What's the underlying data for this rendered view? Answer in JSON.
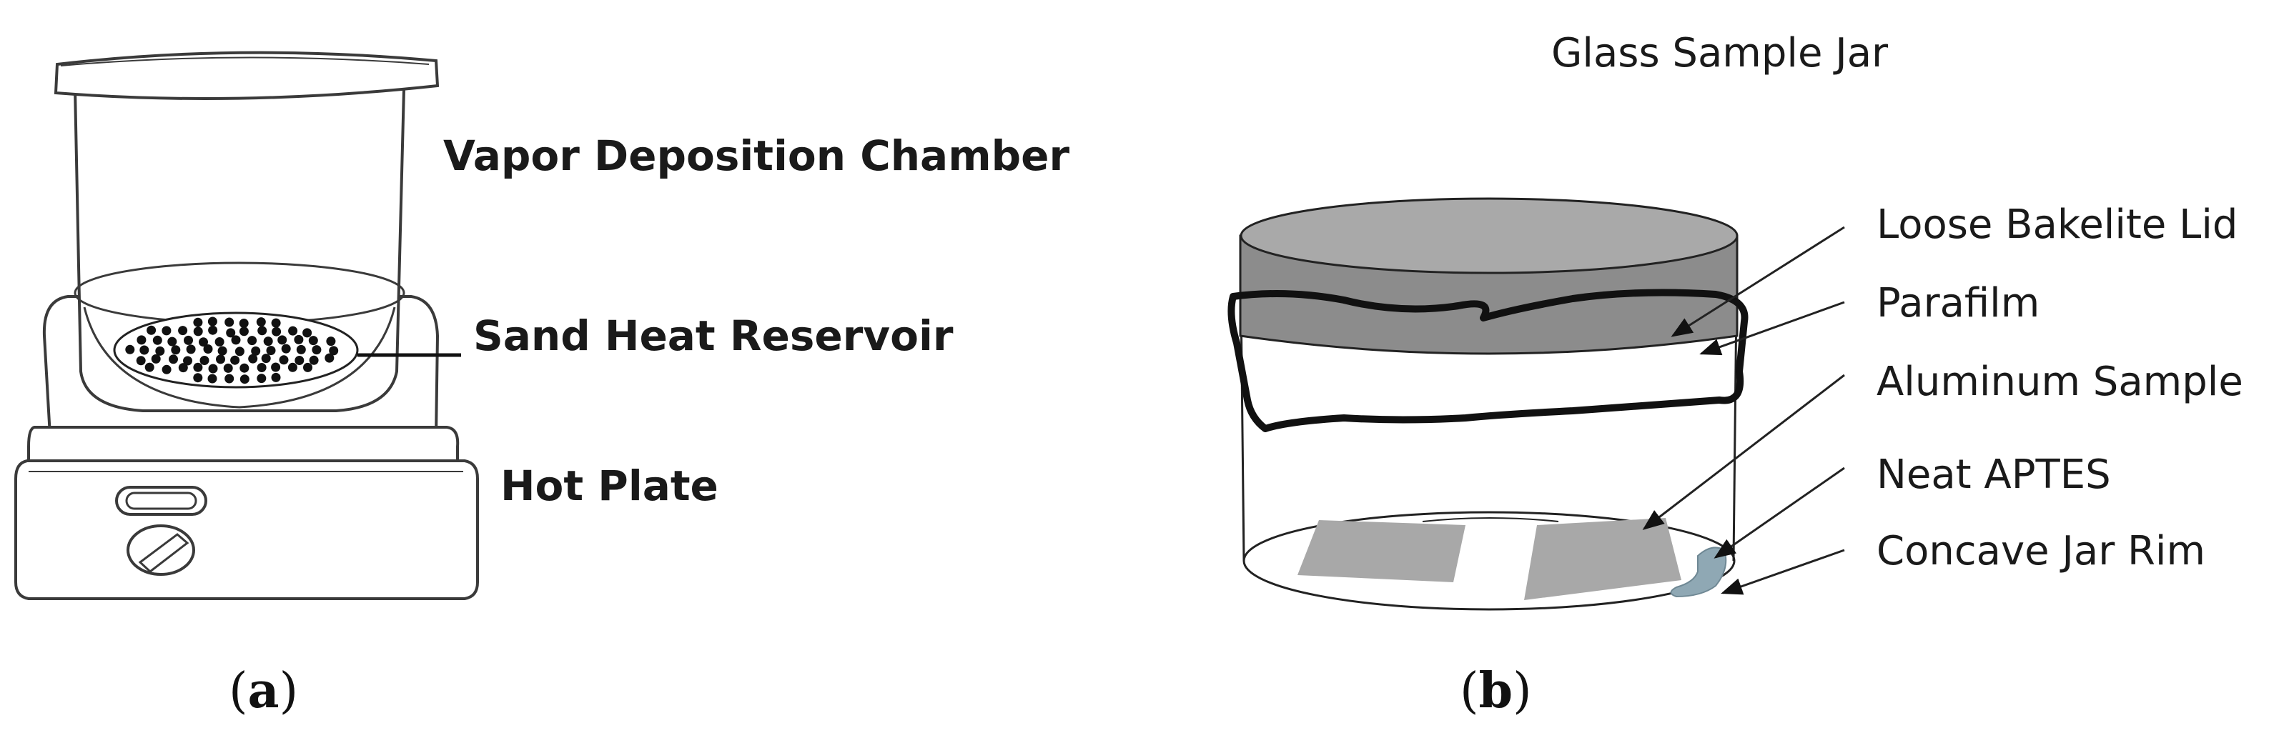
{
  "panel_a": {
    "label": "a",
    "callouts": {
      "chamber": "Vapor Deposition Chamber",
      "sand": "Sand Heat Reservoir",
      "hot_plate": "Hot Plate"
    }
  },
  "panel_b": {
    "label": "b",
    "title": "Glass Sample Jar",
    "callouts": {
      "lid": "Loose Bakelite Lid",
      "parafilm": "Parafilm",
      "sample": "Aluminum Sample",
      "aptes": "Neat APTES",
      "rim": "Concave Jar Rim"
    }
  },
  "colors": {
    "line": "#3a3a3a",
    "lid_fill": "#8c8c8c",
    "lid_top": "#a9a9a9",
    "sample_fill": "#a8a8a8",
    "aptes_fill": "#8fa8b4"
  }
}
